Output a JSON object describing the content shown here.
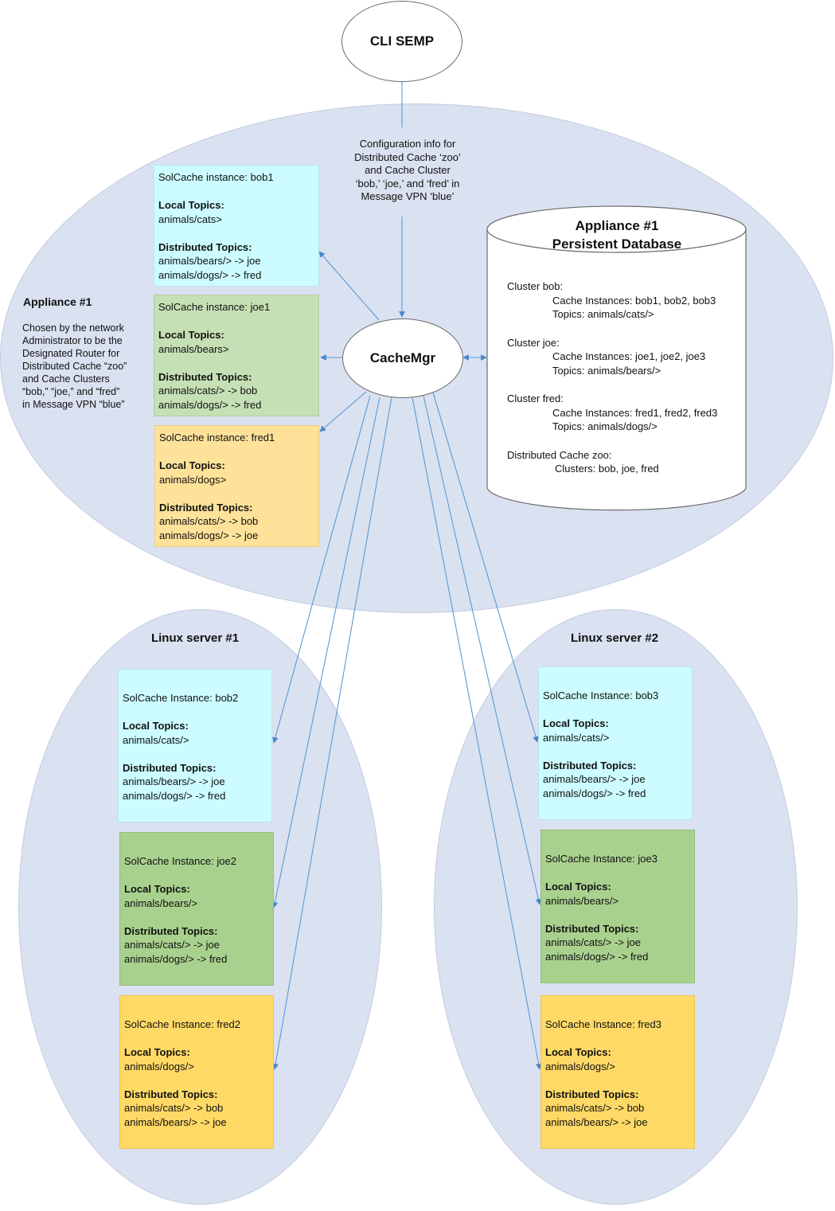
{
  "cli_semp": "CLI SEMP",
  "config_info": [
    "Configuration info for",
    "Distributed Cache ‘zoo’",
    "and Cache Cluster",
    "‘bob,’ ‘joe,’ and ‘fred’ in",
    "Message VPN ‘blue’"
  ],
  "cachemgr": "CacheMgr",
  "appliance": {
    "title": "Appliance #1",
    "description": [
      "Chosen by the network",
      "Administrator to be the",
      "Designated Router for",
      "Distributed Cache “zoo”",
      "and Cache Clusters",
      "“bob,” “joe,” and “fred”",
      "in Message VPN “blue”"
    ]
  },
  "database": {
    "title_line1": "Appliance #1",
    "title_line2": "Persistent Database",
    "clusters": [
      {
        "name": "Cluster bob:",
        "instances": "Cache Instances: bob1, bob2, bob3",
        "topics": "Topics: animals/cats/>"
      },
      {
        "name": "Cluster joe:",
        "instances": "Cache Instances: joe1, joe2, joe3",
        "topics": "Topics: animals/bears/>"
      },
      {
        "name": "Cluster fred:",
        "instances": "Cache Instances: fred1, fred2, fred3",
        "topics": "Topics: animals/dogs/>"
      }
    ],
    "distributed": {
      "name": "Distributed Cache zoo:",
      "clusters": "Clusters: bob, joe, fred"
    }
  },
  "appliance_instances": [
    {
      "title": "SolCache instance: bob1",
      "local_label": "Local Topics:",
      "local": "animals/cats>",
      "dist_label": "Distributed Topics:",
      "dist1": "animals/bears/> -> joe",
      "dist2": "animals/dogs/> -> fred"
    },
    {
      "title": "SolCache instance: joe1",
      "local_label": "Local Topics:",
      "local": "animals/bears>",
      "dist_label": "Distributed Topics:",
      "dist1": "animals/cats/> -> bob",
      "dist2": "animals/dogs/> -> fred"
    },
    {
      "title": "SolCache instance: fred1",
      "local_label": "Local Topics:",
      "local": "animals/dogs>",
      "dist_label": "Distributed Topics:",
      "dist1": "animals/cats/> -> bob",
      "dist2": "animals/dogs/> -> joe"
    }
  ],
  "linux1": {
    "title": "Linux server #1",
    "instances": [
      {
        "title": "SolCache Instance: bob2",
        "local_label": "Local Topics:",
        "local": "animals/cats/>",
        "dist_label": "Distributed Topics:",
        "dist1": "animals/bears/> -> joe",
        "dist2": "animals/dogs/> -> fred"
      },
      {
        "title": "SolCache Instance: joe2",
        "local_label": "Local Topics:",
        "local": "animals/bears/>",
        "dist_label": "Distributed Topics:",
        "dist1": "animals/cats/> -> joe",
        "dist2": "animals/dogs/> -> fred"
      },
      {
        "title": "SolCache Instance: fred2",
        "local_label": "Local Topics:",
        "local": "animals/dogs/>",
        "dist_label": "Distributed Topics:",
        "dist1": "animals/cats/> -> bob",
        "dist2": "animals/bears/> -> joe"
      }
    ]
  },
  "linux2": {
    "title": "Linux server #2",
    "instances": [
      {
        "title": "SolCache Instance: bob3",
        "local_label": "Local Topics:",
        "local": "animals/cats/>",
        "dist_label": "Distributed Topics:",
        "dist1": "animals/bears/> -> joe",
        "dist2": "animals/dogs/> -> fred"
      },
      {
        "title": "SolCache Instance: joe3",
        "local_label": "Local Topics:",
        "local": "animals/bears/>",
        "dist_label": "Distributed Topics:",
        "dist1": "animals/cats/> -> joe",
        "dist2": "animals/dogs/> -> fred"
      },
      {
        "title": "SolCache Instance: fred3",
        "local_label": "Local Topics:",
        "local": "animals/dogs/>",
        "dist_label": "Distributed Topics:",
        "dist1": "animals/cats/> -> bob",
        "dist2": "animals/bears/> -> joe"
      }
    ]
  }
}
